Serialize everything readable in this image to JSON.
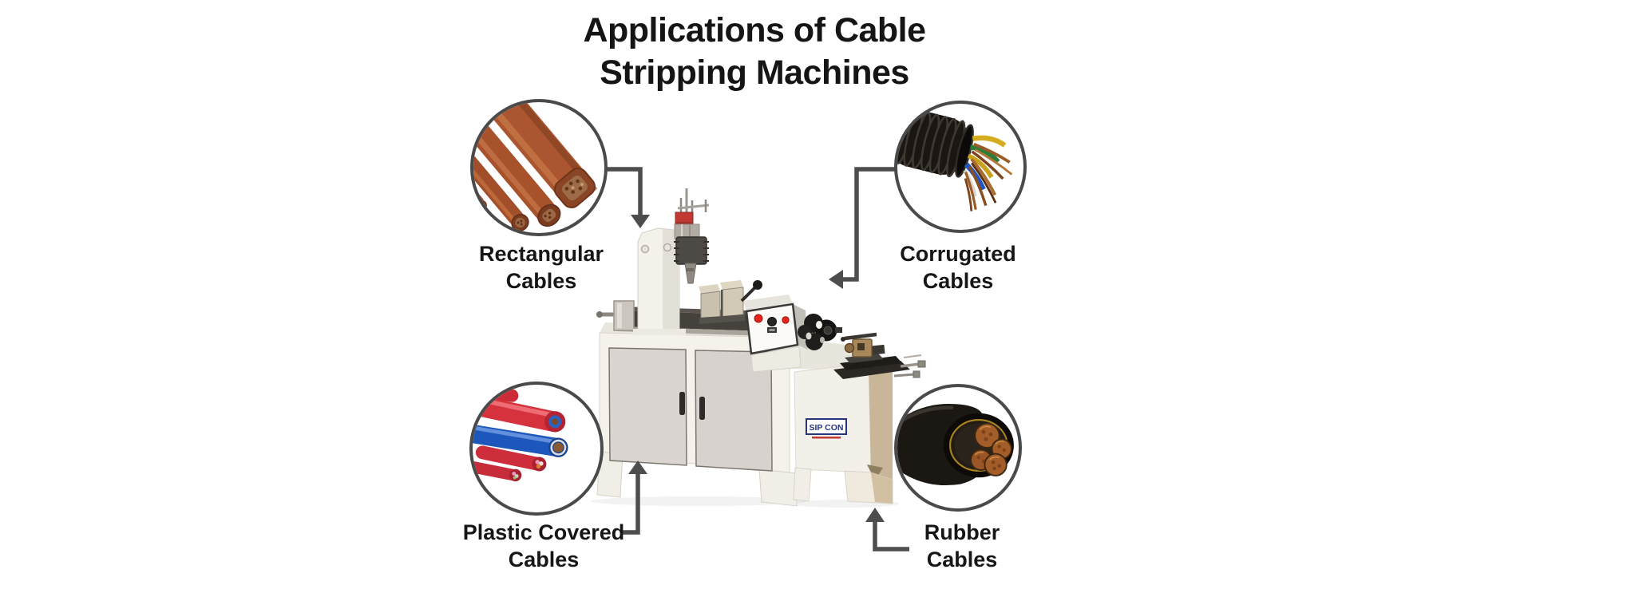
{
  "title": {
    "line1": "Applications of Cable",
    "line2": "Stripping Machines"
  },
  "machine": {
    "brand": "SIP CON"
  },
  "callouts": [
    {
      "id": "rectangular-cables",
      "position": "top-left",
      "label_line1": "Rectangular",
      "label_line2": "Cables"
    },
    {
      "id": "corrugated-cables",
      "position": "top-right",
      "label_line1": "Corrugated",
      "label_line2": "Cables"
    },
    {
      "id": "plastic-covered-cables",
      "position": "bottom-left",
      "label_line1": "Plastic Covered",
      "label_line2": "Cables"
    },
    {
      "id": "rubber-cables",
      "position": "bottom-right",
      "label_line1": "Rubber",
      "label_line2": "Cables"
    }
  ],
  "colors": {
    "background": "#FFFFFF",
    "title_text": "#151515",
    "label_text": "#161616",
    "connector": "#4D4D4D",
    "circle_border": "#4A4A4A",
    "machine_body": "#F3F1EA",
    "machine_door": "#DAD5D0",
    "machine_bed": "#45413C",
    "button_red": "#E3241D",
    "brand_blue": "#27357F",
    "brand_red": "#C23B35",
    "cable_copper": "#A25D28",
    "cable_red": "#D5323E",
    "cable_blue": "#1E57BC"
  }
}
